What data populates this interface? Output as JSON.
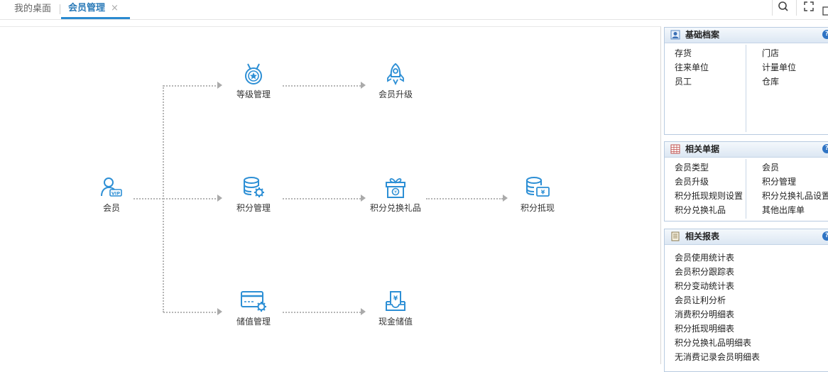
{
  "tabs": {
    "desktop": "我的桌面",
    "member": "会员管理",
    "close": "×"
  },
  "flow": {
    "member": "会员",
    "level": "等级管理",
    "upgrade": "会员升级",
    "points": "积分管理",
    "exchange": "积分兑换礼品",
    "cashout": "积分抵现",
    "stored": "储值管理",
    "cashstore": "现金储值"
  },
  "panels": {
    "basic": {
      "title": "基础档案",
      "left": [
        "存货",
        "往来单位",
        "员工"
      ],
      "right": [
        "门店",
        "计量单位",
        "仓库"
      ]
    },
    "docs": {
      "title": "相关单据",
      "left": [
        "会员类型",
        "会员升级",
        "积分抵现规则设置",
        "积分兑换礼品"
      ],
      "right": [
        "会员",
        "积分管理",
        "积分兑换礼品设置",
        "其他出库单"
      ]
    },
    "reports": {
      "title": "相关报表",
      "items": [
        "会员使用统计表",
        "会员积分跟踪表",
        "积分变动统计表",
        "会员让利分析",
        "消费积分明细表",
        "积分抵现明细表",
        "积分兑换礼品明细表",
        "无消费记录会员明细表"
      ]
    }
  },
  "colors": {
    "icon": "#2d8fd5",
    "accent": "#2a8ad0"
  }
}
